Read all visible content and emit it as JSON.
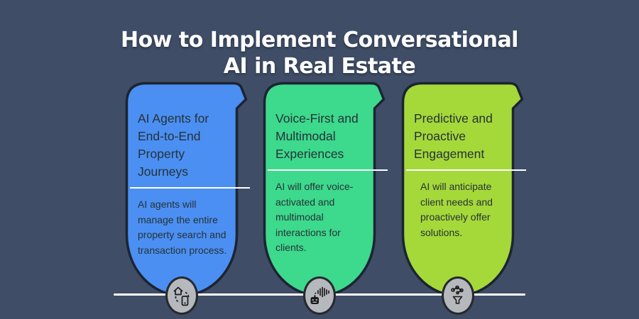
{
  "page": {
    "background_color": "#3F4D66",
    "title_lines": [
      "How to Implement Conversational",
      "AI in Real Estate"
    ],
    "title_color": "#FFFFFF"
  },
  "cards": [
    {
      "title": "AI Agents for\nEnd-to-End\nProperty\nJourneys",
      "body": "AI agents will\nmanage the entire\nproperty search and\ntransaction process.",
      "color": "#4B8FF2",
      "icon": "house-phone-sync-icon"
    },
    {
      "title": "Voice-First and\nMultimodal\nExperiences",
      "body": "AI will offer voice-\nactivated and\nmultimodal\ninteractions for\nclients.",
      "color": "#3DD98C",
      "icon": "robot-voice-icon"
    },
    {
      "title": "Predictive and\nProactive\nEngagement",
      "body": "AI will anticipate\nclient needs and\nproactively offer\nsolutions.",
      "color": "#A5D839",
      "icon": "network-funnel-icon"
    }
  ],
  "timeline": {
    "line_color": "#FFFFFF",
    "badge_fill": "#B5B8BC",
    "badge_border": "#26292E",
    "text_color": "#263238",
    "outline_color": "#1C2433"
  }
}
